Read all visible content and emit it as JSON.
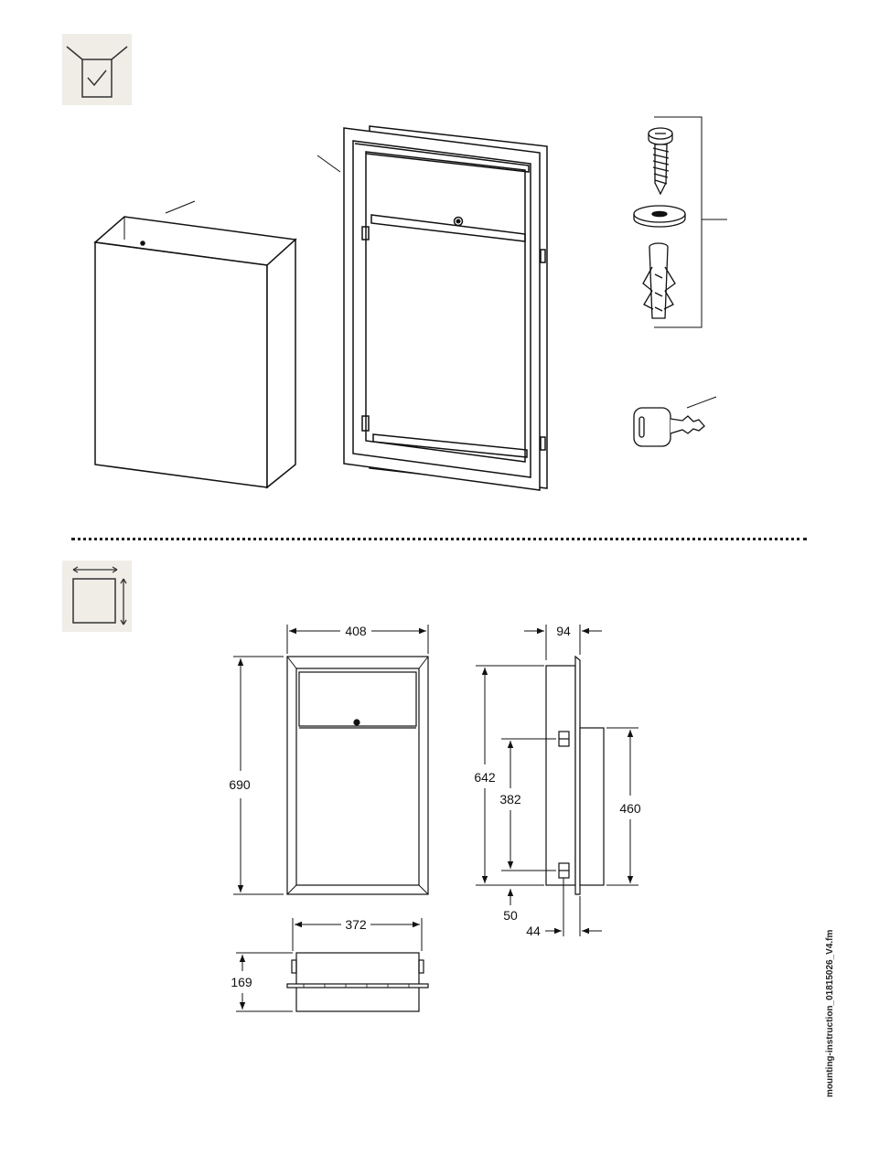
{
  "icons": {
    "contents": "box-checkmark-icon",
    "dimensions": "dimensions-frame-icon"
  },
  "dimensions": {
    "front_width": "408",
    "front_height": "690",
    "bottom_width": "372",
    "bottom_depth": "169",
    "side_depth": "94",
    "side_height": "642",
    "bracket_spacing": "382",
    "bin_height": "460",
    "bottom_offset": "50",
    "flange_offset": "44"
  },
  "footer": {
    "filename": "mounting-instruction_01815026_V4.fm"
  }
}
